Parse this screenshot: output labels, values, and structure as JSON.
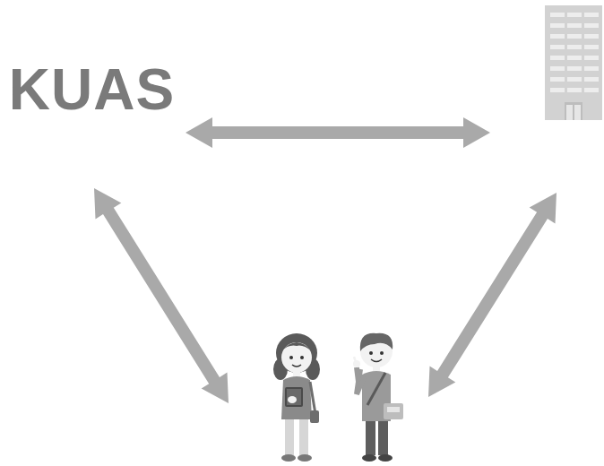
{
  "diagram": {
    "nodes": [
      {
        "text": [
          "KUAS"
        ]
      },
      {
        "text": []
      },
      {
        "text": []
      }
    ],
    "edges": [
      {
        "from": 0,
        "to": 1,
        "arrow": "both"
      },
      {
        "from": 0,
        "to": 2,
        "arrow": "both"
      },
      {
        "from": 1,
        "to": 2,
        "arrow": "both"
      }
    ]
  }
}
